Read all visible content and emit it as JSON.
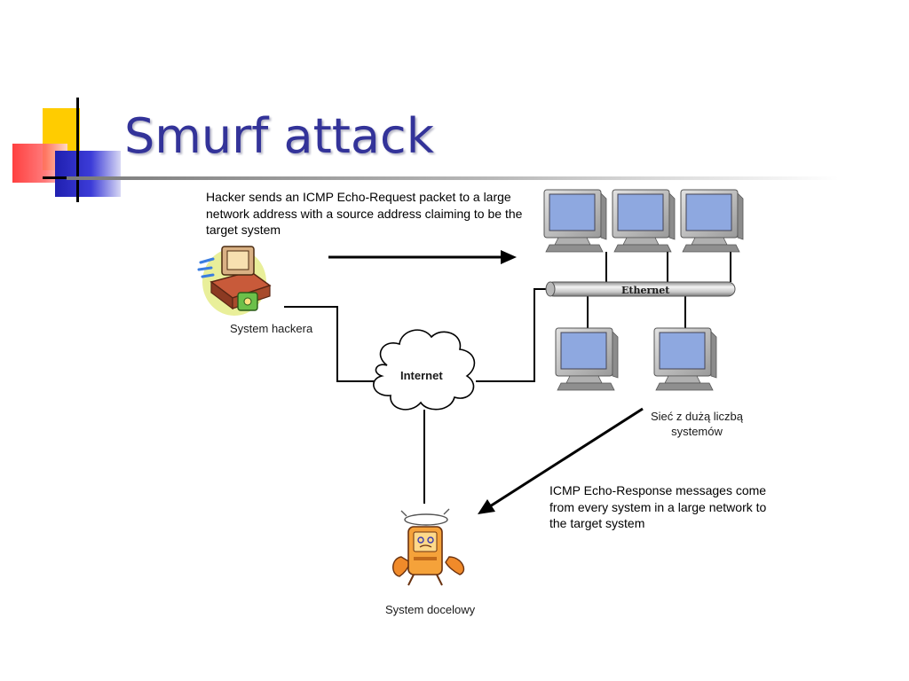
{
  "slide": {
    "title": "Smurf attack",
    "note_request": "Hacker sends an ICMP Echo-Request packet to a large network address with a source address claiming to be the target system",
    "note_response": "ICMP Echo-Response messages come from every system in a large network to the target system"
  },
  "labels": {
    "hacker": "System hackera",
    "internet": "Internet",
    "ethernet": "Ethernet",
    "network": "Sieć z dużą liczbą systemów",
    "target": "System docelowy"
  },
  "colors": {
    "title": "#333399",
    "deco_yellow": "#ffcc00",
    "deco_red": "#ff3333",
    "deco_blue": "#3333cc",
    "monitor_screen": "#8ea8e0"
  },
  "icons": [
    "hacker-computer-icon",
    "network-computer-icon",
    "cloud-icon",
    "dizzy-computer-icon",
    "arrow-icon"
  ]
}
